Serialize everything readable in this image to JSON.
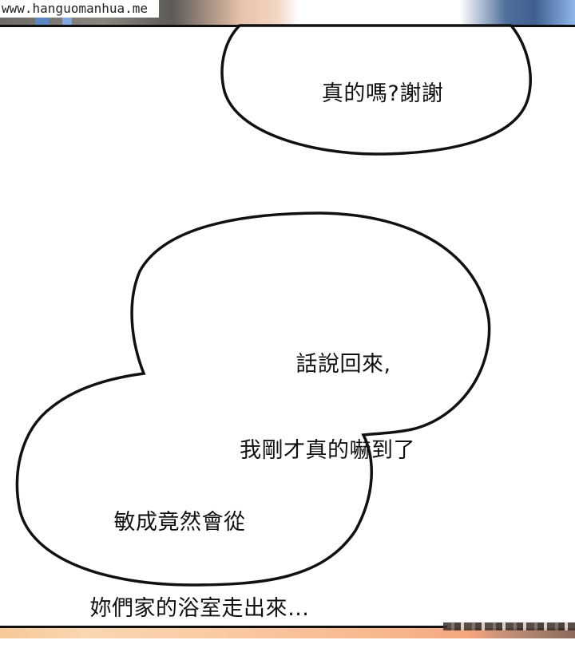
{
  "watermark": {
    "text": "www.hanguomanhua.me"
  },
  "panels": {
    "top": {
      "description": "partial artwork strip above divider"
    },
    "bottom": {
      "description": "partial artwork strip below divider"
    }
  },
  "bubbles": [
    {
      "id": "bubble-1",
      "lines": [
        "真的嗎?謝謝"
      ]
    },
    {
      "id": "bubble-2",
      "lines": [
        "話說回來,",
        "我剛才真的嚇到了"
      ]
    },
    {
      "id": "bubble-3",
      "lines": [
        "敏成竟然會從",
        "妳們家的浴室走出來…"
      ]
    }
  ],
  "colors": {
    "ink": "#111111",
    "bubble_fill": "#ffffff",
    "background": "#ffffff"
  }
}
